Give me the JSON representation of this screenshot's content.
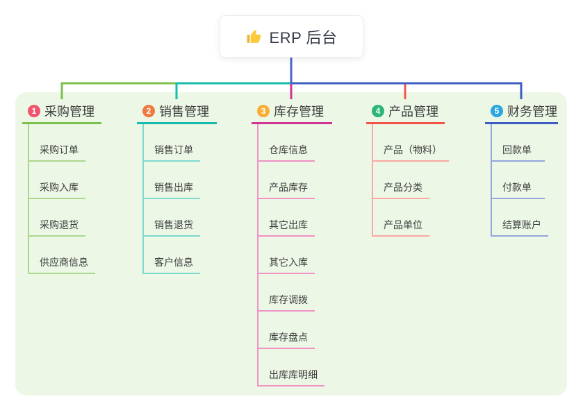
{
  "root": {
    "label": "ERP 后台",
    "icon": "thumbs-up-icon"
  },
  "branches": [
    {
      "num": "1",
      "title": "采购管理",
      "badge_color": "#F1556E",
      "line": "#7DC14D",
      "line_light": "#ABD78B",
      "children": [
        "采购订单",
        "采购入库",
        "采购退货",
        "供应商信息"
      ]
    },
    {
      "num": "2",
      "title": "销售管理",
      "badge_color": "#F0793F",
      "line": "#17BCAF",
      "line_light": "#7ED9D1",
      "children": [
        "销售订单",
        "销售出库",
        "销售退货",
        "客户信息"
      ]
    },
    {
      "num": "3",
      "title": "库存管理",
      "badge_color": "#FAAD35",
      "line": "#D03592",
      "line_light": "#F092C4",
      "children": [
        "仓库信息",
        "产品库存",
        "其它出库",
        "其它入库",
        "库存调拨",
        "库存盘点",
        "出库库明细"
      ]
    },
    {
      "num": "4",
      "title": "产品管理",
      "badge_color": "#2BB673",
      "line": "#F35449",
      "line_light": "#F9A8A2",
      "children": [
        "产品（物料）",
        "产品分类",
        "产品单位"
      ]
    },
    {
      "num": "5",
      "title": "财务管理",
      "badge_color": "#2AA7E0",
      "line": "#3D5EC0",
      "line_light": "#93A7DC",
      "children": [
        "回款单",
        "付款单",
        "结算账户"
      ]
    }
  ],
  "colors": {
    "canvas_bg": "#FFFFFF",
    "panel_bg": "#ECF7E6",
    "root_line": "#4C66CC",
    "text": "#3D3D3D",
    "thumb_main": "#FBCB3C",
    "thumb_cuff": "#E8B73A"
  }
}
